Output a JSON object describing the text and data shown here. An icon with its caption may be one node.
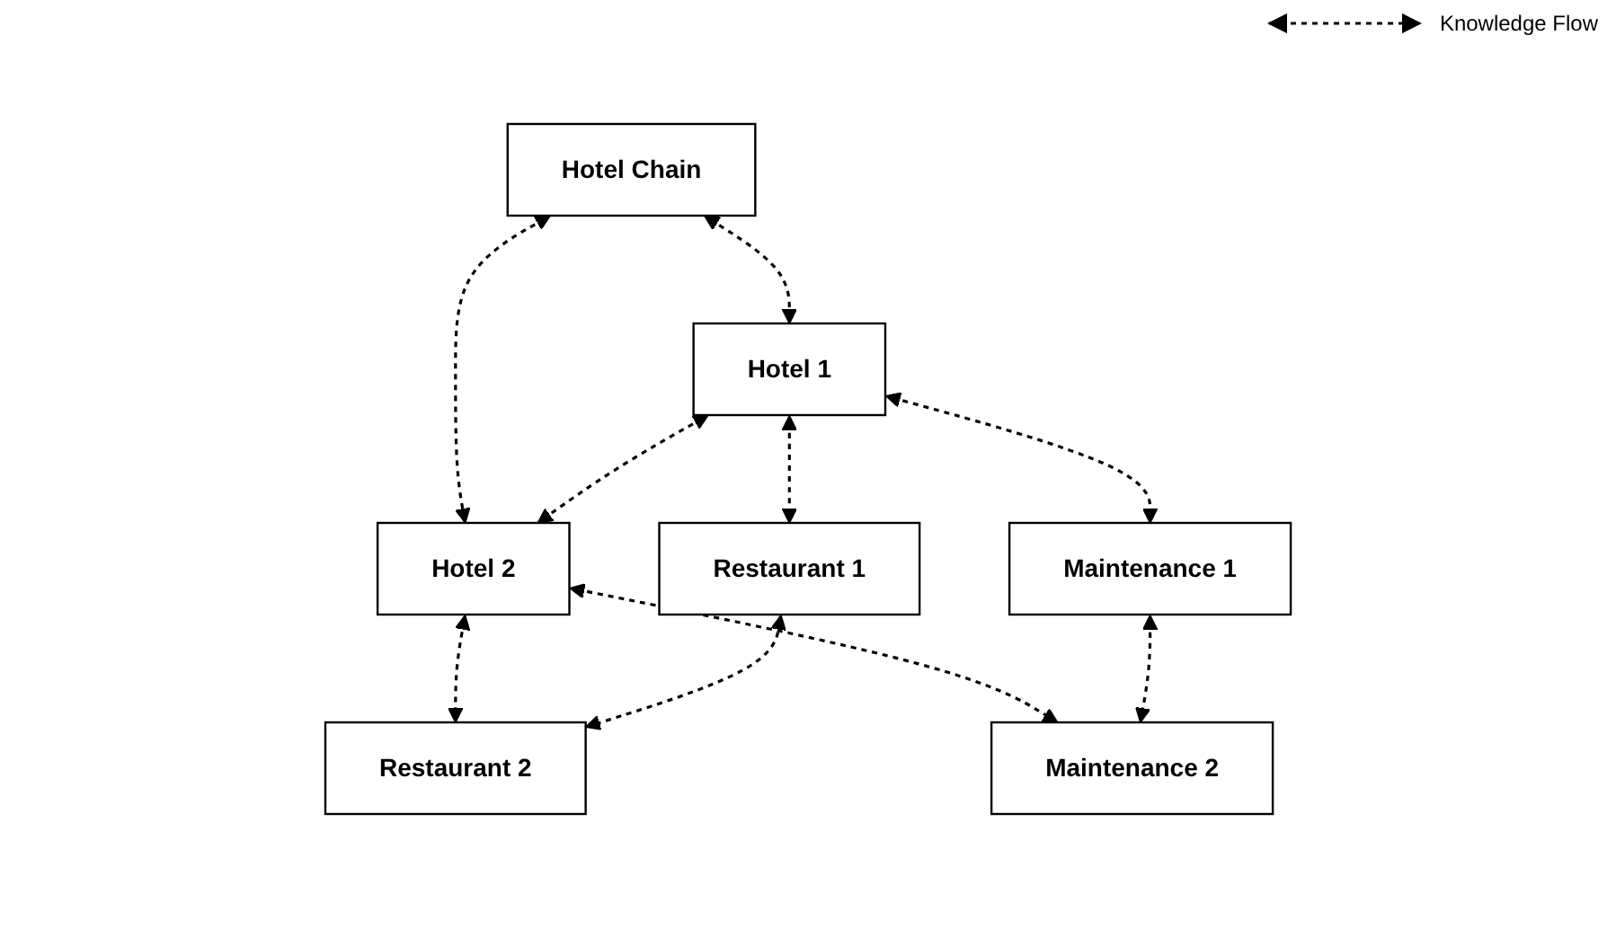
{
  "diagram": {
    "nodes": [
      {
        "text": [
          "Hotel Chain"
        ]
      },
      {
        "text": [
          "Hotel 1"
        ]
      },
      {
        "text": [
          "Hotel 2"
        ]
      },
      {
        "text": [
          "Restaurant 1"
        ]
      },
      {
        "text": [
          "Maintenance 1"
        ]
      },
      {
        "text": [
          "Restaurant 2"
        ]
      },
      {
        "text": [
          "Maintenance 2"
        ]
      }
    ],
    "edges": [
      {
        "from": 0,
        "to": 1,
        "arrow": "both",
        "style": "dashed"
      },
      {
        "from": 0,
        "to": 2,
        "arrow": "both",
        "style": "dashed"
      },
      {
        "from": 1,
        "to": 2,
        "arrow": "both",
        "style": "dashed"
      },
      {
        "from": 1,
        "to": 3,
        "arrow": "both",
        "style": "dashed"
      },
      {
        "from": 1,
        "to": 4,
        "arrow": "both",
        "style": "dashed"
      },
      {
        "from": 2,
        "to": 5,
        "arrow": "both",
        "style": "dashed"
      },
      {
        "from": 2,
        "to": 6,
        "arrow": "both",
        "style": "dashed"
      },
      {
        "from": 3,
        "to": 5,
        "arrow": "both",
        "style": "dashed"
      },
      {
        "from": 4,
        "to": 6,
        "arrow": "both",
        "style": "dashed"
      }
    ],
    "legend": [
      {
        "text": "Knowledge Flow"
      }
    ]
  }
}
